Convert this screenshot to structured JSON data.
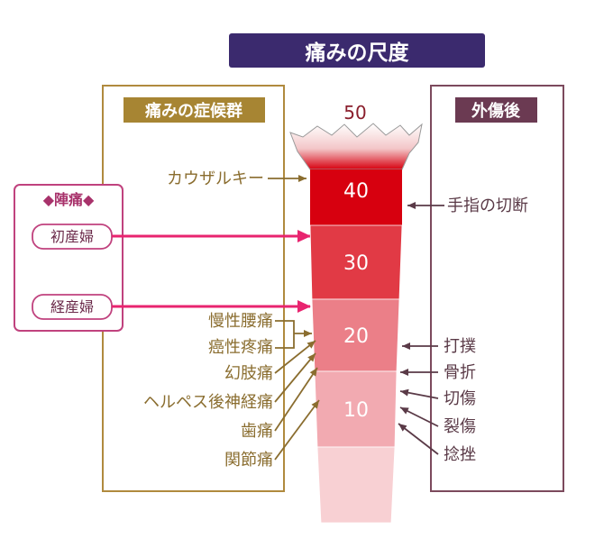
{
  "title": "痛みの尺度",
  "scale": {
    "top_value": "50",
    "segments": [
      {
        "value": "40",
        "color": "#d7000f"
      },
      {
        "value": "30",
        "color": "#e13a45"
      },
      {
        "value": "20",
        "color": "#eb7f88"
      },
      {
        "value": "10",
        "color": "#f2aab1"
      },
      {
        "value": "",
        "color": "#f8d0d3"
      }
    ]
  },
  "left_panel": {
    "title": "痛みの症候群",
    "items": [
      "カウザルキー",
      "慢性腰痛",
      "癌性疼痛",
      "幻肢痛",
      "ヘルペス後神経痛",
      "歯痛",
      "関節痛"
    ]
  },
  "birth_panel": {
    "title": "◆陣痛◆",
    "items": [
      "初産婦",
      "経産婦"
    ]
  },
  "right_panel": {
    "title": "外傷後",
    "items": [
      "手指の切断",
      "打撲",
      "骨折",
      "切傷",
      "裂傷",
      "捻挫"
    ]
  },
  "colors": {
    "title_bg": "#3b2a6e",
    "left_border": "#b08a3e",
    "left_title_bg": "#a78533",
    "left_text": "#8a6d2f",
    "right_border": "#7c4a5d",
    "right_title_bg": "#6b3a52",
    "right_text": "#5a3a47",
    "birth_border": "#c0427e",
    "birth_arrow": "#e8246f",
    "top_value": "#8a1e2c"
  }
}
